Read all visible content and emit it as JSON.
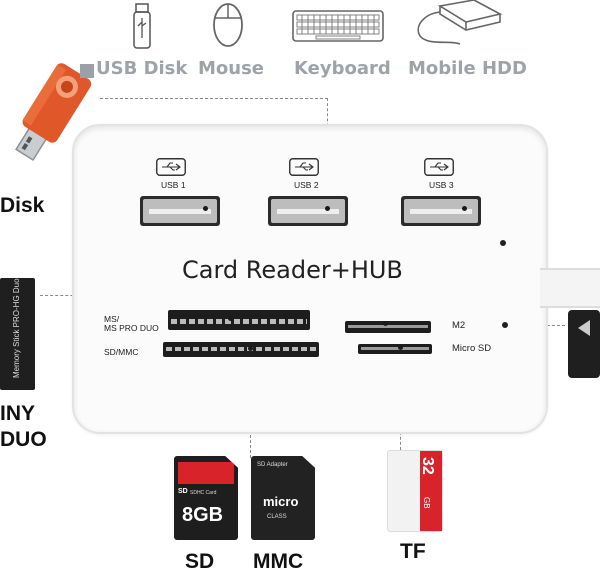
{
  "top_devices": [
    {
      "label": "USB Disk",
      "icon": "usb-stick-icon"
    },
    {
      "label": "Mouse",
      "icon": "mouse-icon"
    },
    {
      "label": "Keyboard",
      "icon": "keyboard-icon"
    },
    {
      "label": "Mobile HDD",
      "icon": "hard-drive-icon"
    }
  ],
  "left_labels": {
    "disk": "Disk",
    "tiny_line1": "INY",
    "tiny_line2": "DUO",
    "ms_card_text": "Memory Stick PRO-HG Duo"
  },
  "hub": {
    "title": "Card Reader+HUB",
    "usb_ports": [
      "USB 1",
      "USB 2",
      "USB 3"
    ],
    "slot_labels": {
      "ms_line1": "MS/",
      "ms_line2": "MS PRO DUO",
      "sd_mmc": "SD/MMC",
      "m2": "M2",
      "micro_sd": "Micro SD"
    }
  },
  "cards": {
    "sd": {
      "label": "SD",
      "capacity": "8GB",
      "badge": "SDHC Card"
    },
    "mmc": {
      "label": "MMC",
      "top": "SD Adapter",
      "brand": "micro",
      "class": "CLASS"
    },
    "tf": {
      "label": "TF",
      "capacity": "32",
      "unit": "GB"
    }
  },
  "colors": {
    "usb_stick": "#e0582a",
    "sd_card_accent": "#d8232a",
    "tf_card_accent": "#d8232a",
    "label_gray": "#9ea3a8"
  }
}
